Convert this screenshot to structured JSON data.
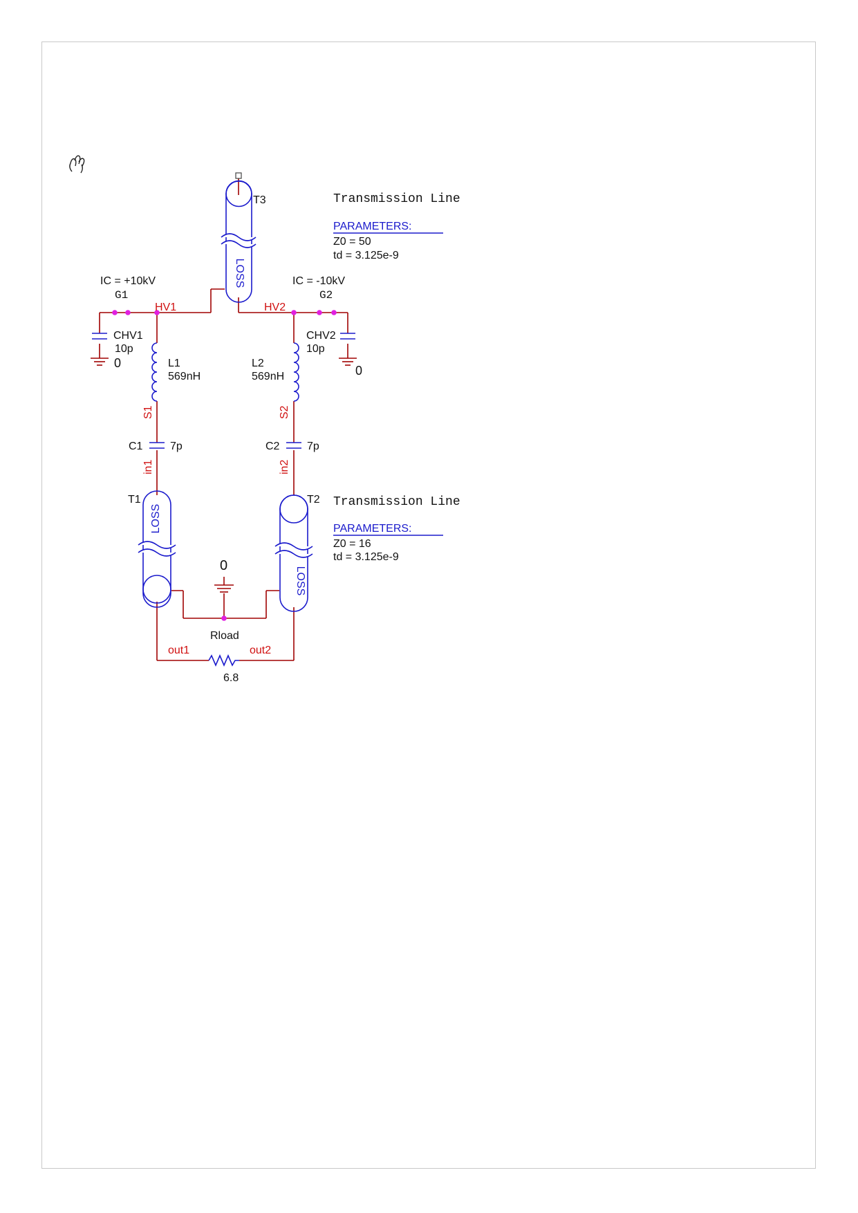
{
  "colors": {
    "wire": "#a00000",
    "component": "#1a1acc",
    "net_label": "#d01010",
    "junction": "#e020e0",
    "text": "#111111",
    "page_border": "#c8c8c8"
  },
  "icons": {
    "cursor": "hand-pointer-icon"
  },
  "transmission_lines": [
    {
      "ref": "T3",
      "model": "LOSS",
      "title": "Transmission Line",
      "params_heading": "PARAMETERS:",
      "z0": "Z0 = 50",
      "td": "td = 3.125e-9"
    },
    {
      "ref": "T2",
      "model": "LOSS",
      "title": "Transmission Line",
      "params_heading": "PARAMETERS:",
      "z0": "Z0 = 16",
      "td": "td = 3.125e-9"
    },
    {
      "ref": "T1",
      "model": "LOSS"
    }
  ],
  "switches": [
    {
      "ref": "G1",
      "ic": "IC = +10kV"
    },
    {
      "ref": "G2",
      "ic": "IC = -10kV"
    }
  ],
  "capacitors": [
    {
      "ref": "CHV1",
      "value": "10p"
    },
    {
      "ref": "CHV2",
      "value": "10p"
    },
    {
      "ref": "C1",
      "value": "7p"
    },
    {
      "ref": "C2",
      "value": "7p"
    }
  ],
  "inductors": [
    {
      "ref": "L1",
      "value": "569nH"
    },
    {
      "ref": "L2",
      "value": "569nH"
    }
  ],
  "resistor": {
    "ref": "Rload",
    "value": "6.8"
  },
  "grounds": [
    "0",
    "0",
    "0"
  ],
  "nets": [
    "HV1",
    "HV2",
    "S1",
    "S2",
    "in1",
    "in2",
    "out1",
    "out2"
  ]
}
